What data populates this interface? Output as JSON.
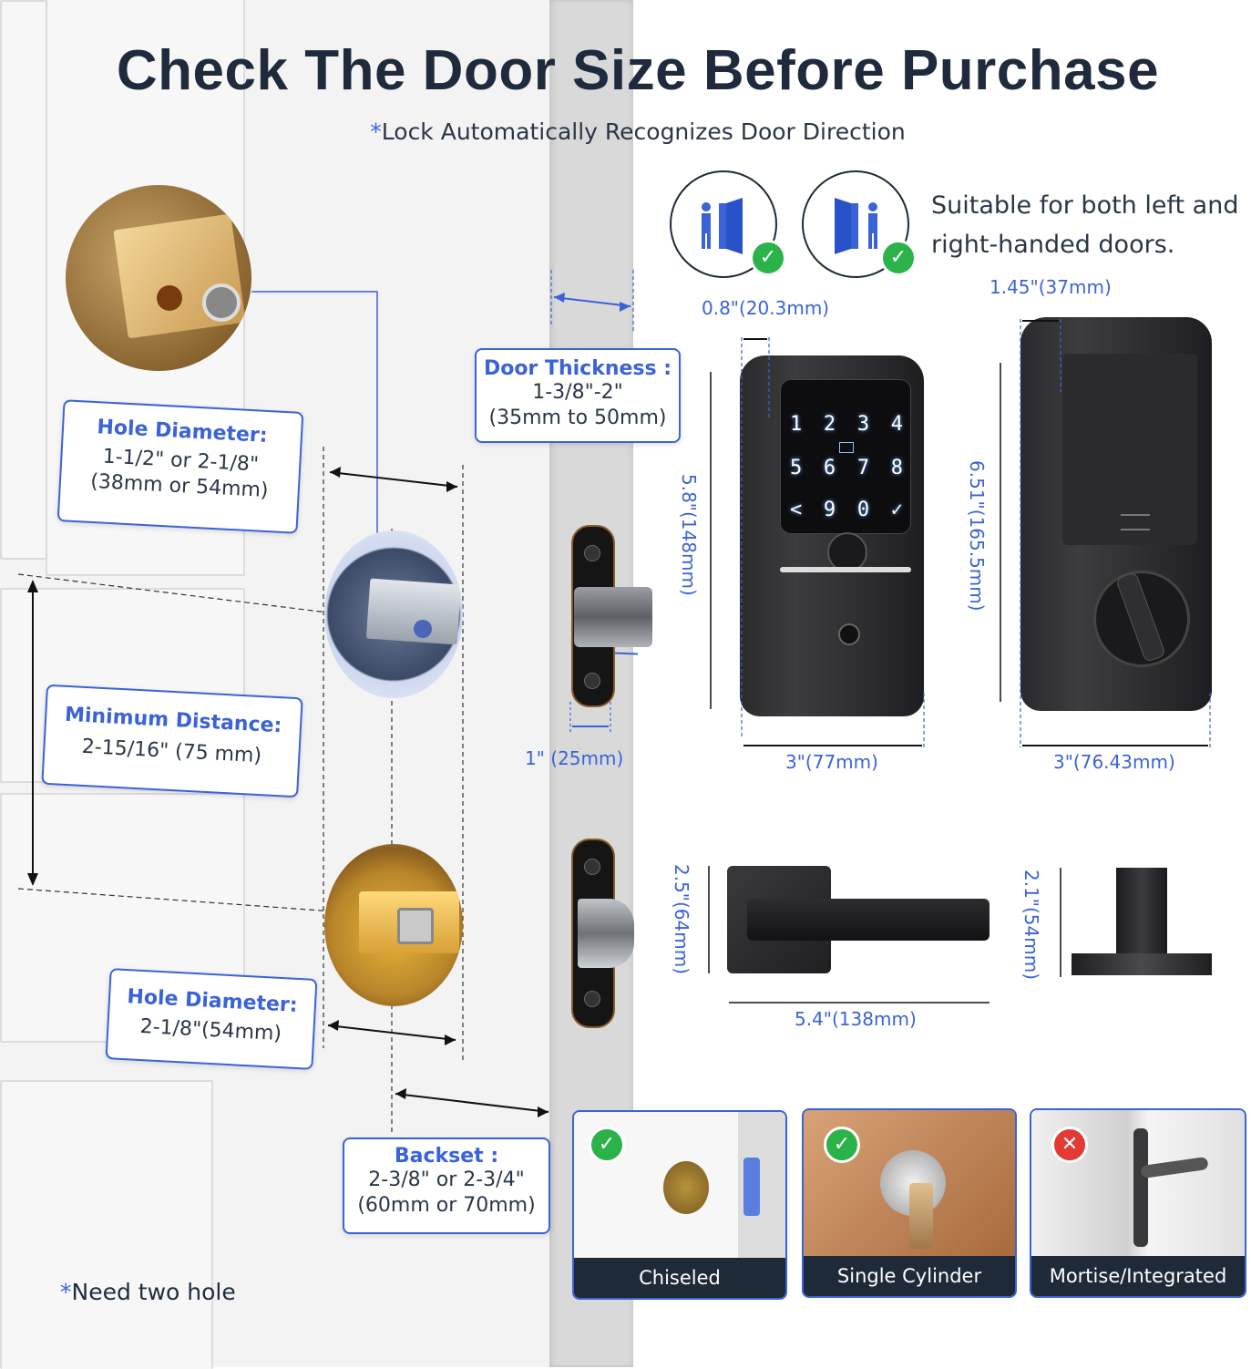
{
  "header": {
    "title": "Check The Door Size Before Purchase",
    "subtitle_star": "*",
    "subtitle": "Lock Automatically Recognizes Door Direction"
  },
  "handedness": {
    "text_line1": "Suitable for both left and",
    "text_line2": "right-handed doors."
  },
  "callouts": {
    "hole_diameter_top": {
      "heading": "Hole Diameter:",
      "line1": "1-1/2\" or 2-1/8\"",
      "line2": "(38mm or 54mm)"
    },
    "minimum_distance": {
      "heading": "Minimum Distance:",
      "line1": "2-15/16\" (75 mm)"
    },
    "hole_diameter_bottom": {
      "heading": "Hole Diameter:",
      "line1": "2-1/8\"(54mm)"
    },
    "backset": {
      "heading": "Backset :",
      "line1": "2-3/8\" or 2-3/4\"",
      "line2": "(60mm or 70mm)"
    },
    "door_thickness": {
      "heading": "Door Thickness :",
      "line1": "1-3/8\"-2\"",
      "line2": "(35mm to 50mm)"
    }
  },
  "dimensions": {
    "front_depth": "0.8\"(20.3mm)",
    "back_depth": "1.45\"(37mm)",
    "front_height": "5.8\"(148mm)",
    "back_height": "6.51\"(165.5mm)",
    "front_width": "3\"(77mm)",
    "back_width": "3\"(76.43mm)",
    "latch_width": "1\" (25mm)",
    "lever_height": "2.5\"(64mm)",
    "lever_length": "5.4\"(138mm)",
    "lever_side_height": "2.1\"(54mm)"
  },
  "keypad": {
    "row1": [
      "1",
      "2",
      "3",
      "4"
    ],
    "row2": [
      "5",
      "6",
      "7",
      "8"
    ],
    "row3": [
      "<",
      "9",
      "0",
      "✓"
    ]
  },
  "door_types": [
    {
      "label": "Chiseled",
      "status": "check-icon"
    },
    {
      "label": "Single Cylinder",
      "status": "check-icon"
    },
    {
      "label": "Mortise/Integrated",
      "status": "cross-icon"
    }
  ],
  "footnote": {
    "star": "*",
    "text": "Need two hole"
  },
  "colors": {
    "accent": "#3a63d8",
    "ok": "#2bb34a",
    "bad": "#e53935",
    "label_bg": "#1e2a38"
  }
}
